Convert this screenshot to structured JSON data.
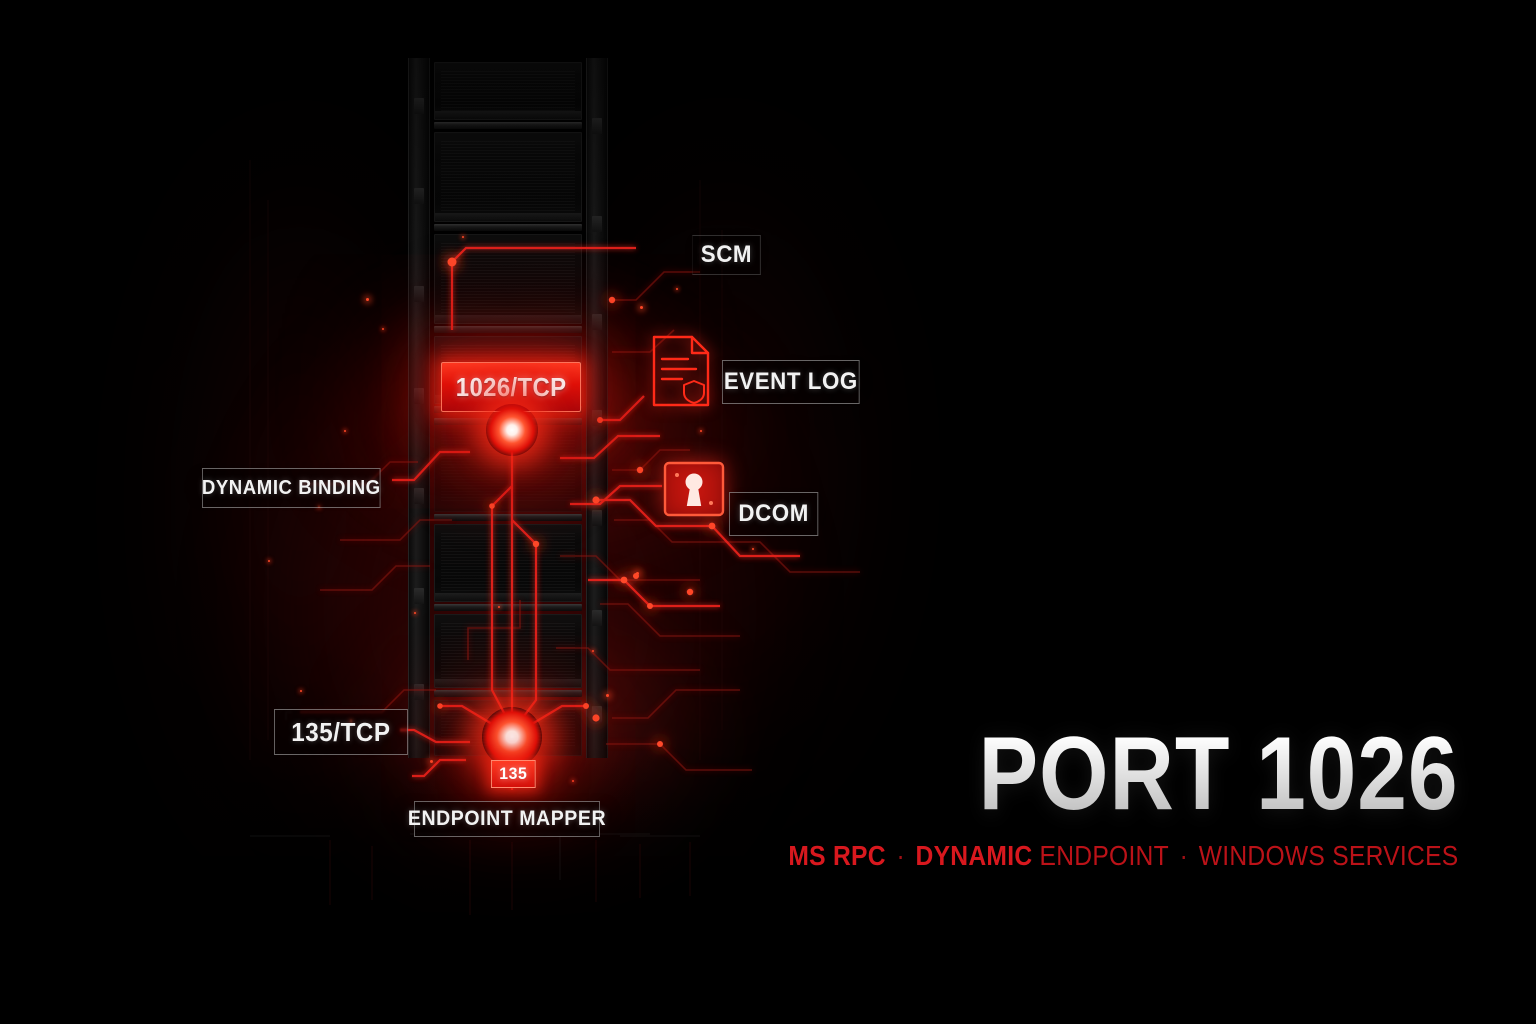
{
  "meta": {
    "background_color": "#000000",
    "accent_red": "#e01008",
    "glow_red": "#ff3a22",
    "title_color": "#e9e9e9",
    "subtitle_color": "#c4161c",
    "label_text_color": "#f2f2f2"
  },
  "hero": {
    "title": "PORT 1026",
    "subtitle_parts": {
      "part1": "MS RPC",
      "sep1": "·",
      "part2": "DYNAMIC",
      "part3": "ENDPOINT",
      "sep2": "·",
      "part4": "WINDOWS SERVICES"
    }
  },
  "diagram": {
    "highlight_port": {
      "label": "1026/TCP",
      "icon": "server-blade-highlight"
    },
    "labels": [
      {
        "id": "scm",
        "text": "SCM",
        "style": "boxed-soft"
      },
      {
        "id": "event-log",
        "text": "EVENT LOG",
        "style": "boxed"
      },
      {
        "id": "dcom",
        "text": "DCOM",
        "style": "boxed"
      },
      {
        "id": "dynamic-binding",
        "text": "DYNAMIC BINDING",
        "style": "boxed"
      },
      {
        "id": "port-135-tcp",
        "text": "135/TCP",
        "style": "boxed"
      },
      {
        "id": "port-135-node",
        "text": "135",
        "style": "red-node"
      },
      {
        "id": "endpoint-mapper",
        "text": "ENDPOINT MAPPER",
        "style": "boxed"
      }
    ],
    "icons": [
      {
        "id": "event-log-icon",
        "name": "document-shield-icon"
      },
      {
        "id": "dcom-icon",
        "name": "lock-keyhole-icon"
      }
    ]
  }
}
